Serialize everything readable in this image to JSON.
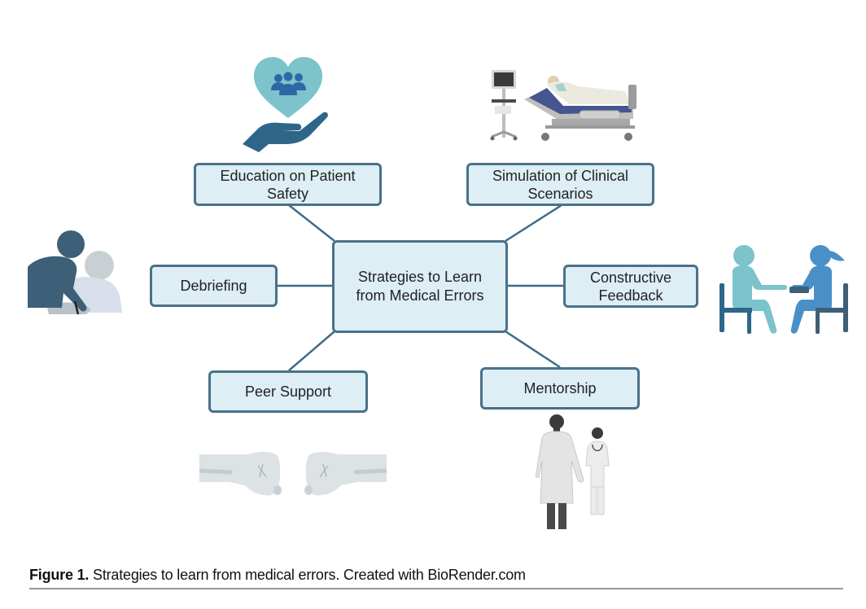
{
  "diagram": {
    "center": {
      "label": "Strategies to Learn from Medical Errors"
    },
    "nodes": [
      {
        "id": "education",
        "label": "Education on Patient Safety",
        "icon": "heart-hand-group-icon"
      },
      {
        "id": "simulation",
        "label": "Simulation of Clinical Scenarios",
        "icon": "hospital-bed-monitor-icon"
      },
      {
        "id": "debriefing",
        "label": "Debriefing",
        "icon": "mentor-student-writing-icon"
      },
      {
        "id": "feedback",
        "label": "Constructive Feedback",
        "icon": "two-people-seated-conversation-icon"
      },
      {
        "id": "peer",
        "label": "Peer Support",
        "icon": "fist-bump-icon"
      },
      {
        "id": "mentorship",
        "label": "Mentorship",
        "icon": "doctor-and-nurse-icon"
      }
    ],
    "colors": {
      "box_fill": "#ddeef5",
      "box_border": "#4a7189",
      "connector": "#3d6a8a",
      "icon_dark_blue": "#2e6689",
      "icon_light_teal": "#7cc3cc",
      "icon_mid_blue": "#4a90c8"
    }
  },
  "caption": {
    "label": "Figure 1.",
    "text": " Strategies to learn from medical errors. Created with BioRender.com"
  }
}
